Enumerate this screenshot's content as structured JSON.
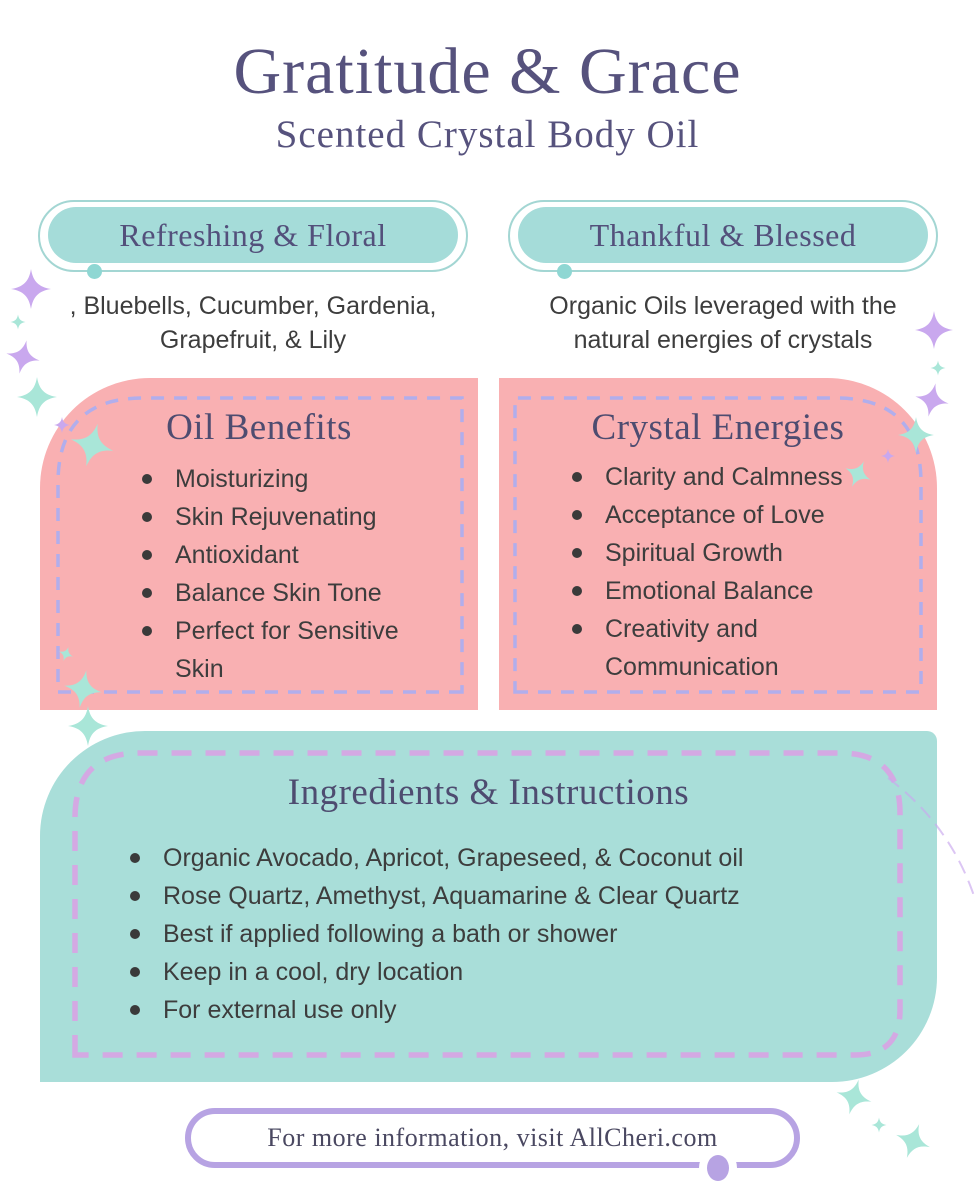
{
  "header": {
    "title": "Gratitude & Grace",
    "subtitle": "Scented Crystal Body Oil"
  },
  "scent_pills": {
    "left": {
      "label": "Refreshing & Floral",
      "description": ", Bluebells, Cucumber, Gardenia, Grapefruit, & Lily"
    },
    "right": {
      "label": "Thankful & Blessed",
      "description": "Organic Oils leveraged with the natural energies of crystals"
    }
  },
  "cards": {
    "oil_benefits": {
      "heading": "Oil Benefits",
      "items": [
        "Moisturizing",
        "Skin Rejuvenating",
        "Antioxidant",
        "Balance Skin Tone",
        "Perfect for Sensitive Skin"
      ]
    },
    "crystal_energies": {
      "heading": "Crystal Energies",
      "items": [
        "Clarity and Calmness",
        "Acceptance of Love",
        "Spiritual Growth",
        "Emotional Balance",
        "Creativity and Communication"
      ]
    },
    "ingredients": {
      "heading": "Ingredients & Instructions",
      "items": [
        "Organic Avocado, Apricot, Grapeseed, & Coconut oil",
        "Rose Quartz, Amethyst, Aquamarine & Clear Quartz",
        "Best if applied following a bath or shower",
        "Keep in a cool, dry location",
        "For external use only"
      ]
    }
  },
  "footer": {
    "text": "For more information, visit AllCheri.com"
  },
  "colors": {
    "title": "#56527d",
    "heading": "#4e4c70",
    "body_text": "#3d3d3d",
    "bullet": "#3a3a3a",
    "pill_fill": "#a5dcd9",
    "pill_outline": "#a3d6d3",
    "pill_label": "#53507b",
    "dot": "#8fd7d3",
    "pink_box": "#f9b0b2",
    "pink_box_dash": "#b1aeec",
    "teal_box": "#a9ded9",
    "teal_box_dash": "#d4a9e3",
    "footer_border": "#b7a3e3",
    "footer_text": "#4a4861",
    "sparkle_lavender": "#c9a8ee",
    "sparkle_mint": "#a9e6d8"
  }
}
